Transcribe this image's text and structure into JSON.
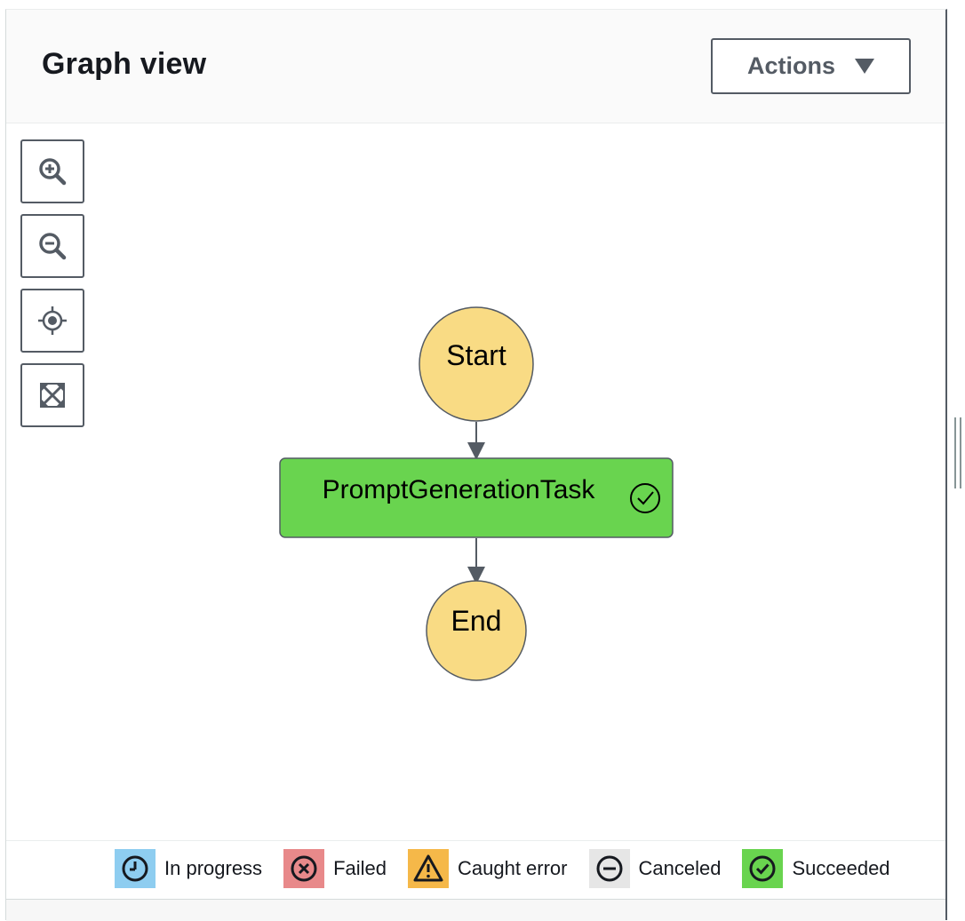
{
  "header": {
    "title": "Graph view",
    "actions_label": "Actions"
  },
  "toolbar": {
    "zoom_in": "zoom-in-icon",
    "zoom_out": "zoom-out-icon",
    "center": "center-icon",
    "fit": "fit-to-screen-icon"
  },
  "graph": {
    "start_label": "Start",
    "task_label": "PromptGenerationTask",
    "end_label": "End",
    "colors": {
      "terminal_fill": "#f9db84",
      "task_fill": "#69d44f",
      "stroke": "#545b64"
    }
  },
  "legend": [
    {
      "label": "In progress",
      "color": "#8ecdf0",
      "icon": "clock-icon"
    },
    {
      "label": "Failed",
      "color": "#e8898a",
      "icon": "x-circle-icon"
    },
    {
      "label": "Caught error",
      "color": "#f5b849",
      "icon": "warning-icon"
    },
    {
      "label": "Canceled",
      "color": "#e6e6e6",
      "icon": "minus-circle-icon"
    },
    {
      "label": "Succeeded",
      "color": "#69d44f",
      "icon": "check-circle-icon"
    }
  ]
}
